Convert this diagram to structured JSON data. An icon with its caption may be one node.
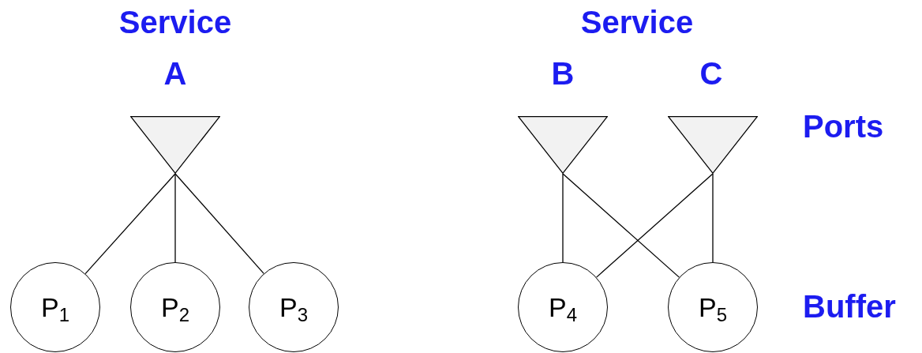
{
  "diagram": {
    "nodes": [
      {
        "text": [],
        "shape": "triangle"
      },
      {
        "text": [],
        "shape": "triangle"
      },
      {
        "text": [],
        "shape": "triangle"
      },
      {
        "text": [
          "P$_{1}$"
        ]
      },
      {
        "text": [
          "P$_{2}$"
        ]
      },
      {
        "text": [
          "P$_{3}$"
        ]
      },
      {
        "text": [
          "P$_{4}$"
        ]
      },
      {
        "text": [
          "P$_{5}$"
        ]
      }
    ],
    "edges": [
      {
        "from": 0,
        "to": 3,
        "arrow": "none"
      },
      {
        "from": 0,
        "to": 4,
        "arrow": "none"
      },
      {
        "from": 0,
        "to": 5,
        "arrow": "none"
      },
      {
        "from": 1,
        "to": 6,
        "arrow": "none"
      },
      {
        "from": 1,
        "to": 7,
        "arrow": "none"
      },
      {
        "from": 2,
        "to": 6,
        "arrow": "none"
      },
      {
        "from": 2,
        "to": 7,
        "arrow": "none"
      }
    ],
    "labels": [
      "Service",
      "A",
      "Service",
      "B",
      "C",
      "Ports",
      "Buffer"
    ]
  }
}
